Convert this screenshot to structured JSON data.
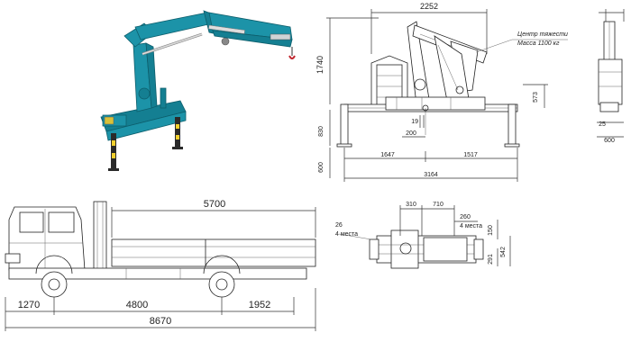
{
  "colors": {
    "crane_body": "#1c93a8",
    "crane_shadow": "#147f92",
    "line": "#222222",
    "hook": "#c2262e"
  },
  "icons": {
    "crane_render": "crane-3d-render",
    "truck_side": "truck-side-view",
    "crane_front": "crane-front-view",
    "crane_side": "crane-side-view",
    "crane_top": "crane-top-view"
  },
  "front_view": {
    "dim_top_width": "2252",
    "dim_height": "1740",
    "dim_right": "573",
    "dim_19": "19",
    "dim_200": "200",
    "dim_830": "830",
    "dim_600": "600",
    "dim_1647": "1647",
    "dim_1517": "1517",
    "dim_3164": "3164",
    "note_line1": "Центр тяжести",
    "note_line2": "Масса 1100 кг"
  },
  "side_view": {
    "dim_25": "25",
    "dim_600": "600"
  },
  "truck_view": {
    "dim_body_length": "5700",
    "dim_front_overhang": "1270",
    "dim_wheelbase": "4800",
    "dim_rear_overhang": "1952",
    "dim_total_length": "8670"
  },
  "top_view": {
    "dim_310": "310",
    "dim_710": "710",
    "dim_260": "260",
    "note_4_places_a": "4 места",
    "dim_26": "26",
    "note_4_places_b": "4 места",
    "dim_150": "150",
    "dim_542": "542",
    "dim_291": "291"
  }
}
